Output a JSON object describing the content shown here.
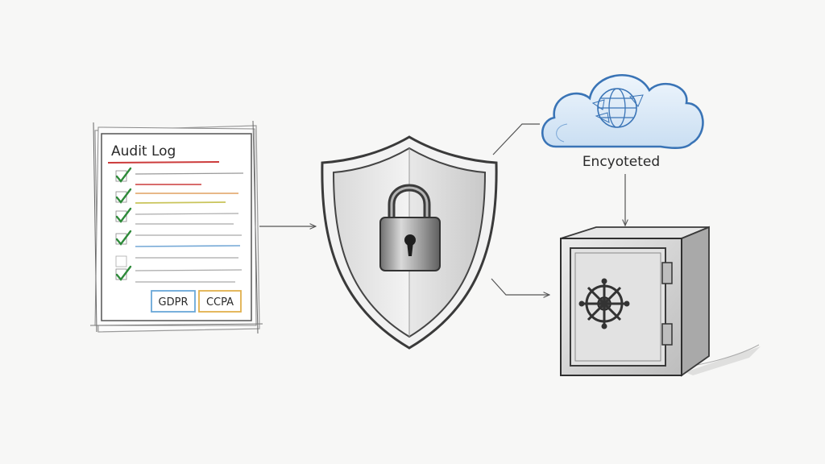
{
  "audit_log": {
    "title": "Audit Log",
    "badges": [
      "GDPR",
      "CCPA"
    ],
    "line_colors": [
      "#cc3b3b",
      "#e0a060",
      "#c9c45a",
      "#a9a9a9",
      "#74a8d6",
      "#a9a9a9"
    ]
  },
  "cloud": {
    "label": "Encyoteted",
    "icon": "globe-network-icon"
  },
  "shield": {
    "icon": "padlock-icon"
  },
  "safe": {
    "icon": "vault-safe-icon"
  },
  "colors": {
    "check": "#2e8a3a",
    "title_underline": "#cc3b3b",
    "gdpr_border": "#6aa8d9",
    "ccpa_border": "#e2b04d",
    "cloud_fill": "#dceaf7",
    "cloud_stroke": "#3a74b6"
  }
}
